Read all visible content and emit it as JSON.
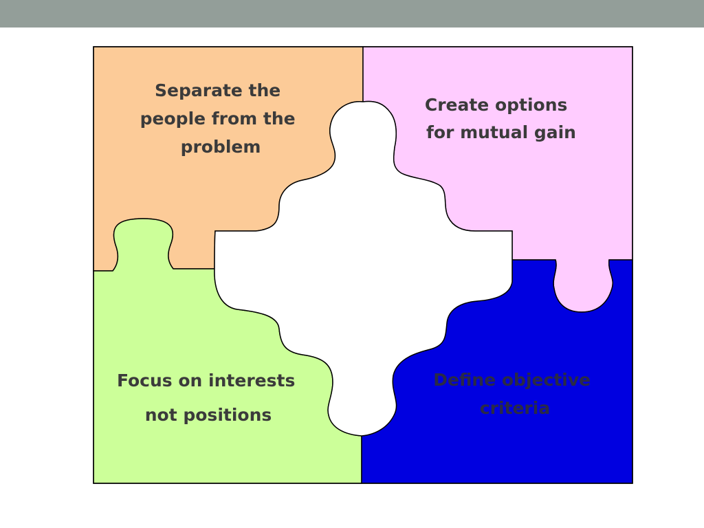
{
  "pieces": {
    "top_left": {
      "lines": [
        "Separate the",
        "people from the",
        "problem"
      ],
      "color": "#fccb98"
    },
    "top_right": {
      "lines": [
        "Create options",
        "for mutual gain"
      ],
      "color": "#ffccff"
    },
    "bottom_left": {
      "lines": [
        "Focus on interests",
        "not positions"
      ],
      "color": "#ccff99"
    },
    "bottom_right": {
      "lines": [
        "Define objective",
        "criteria"
      ],
      "color": "#0000e0"
    }
  },
  "center_piece": {
    "color": "#ffffff"
  },
  "header_bar": {
    "color": "#939e99"
  }
}
